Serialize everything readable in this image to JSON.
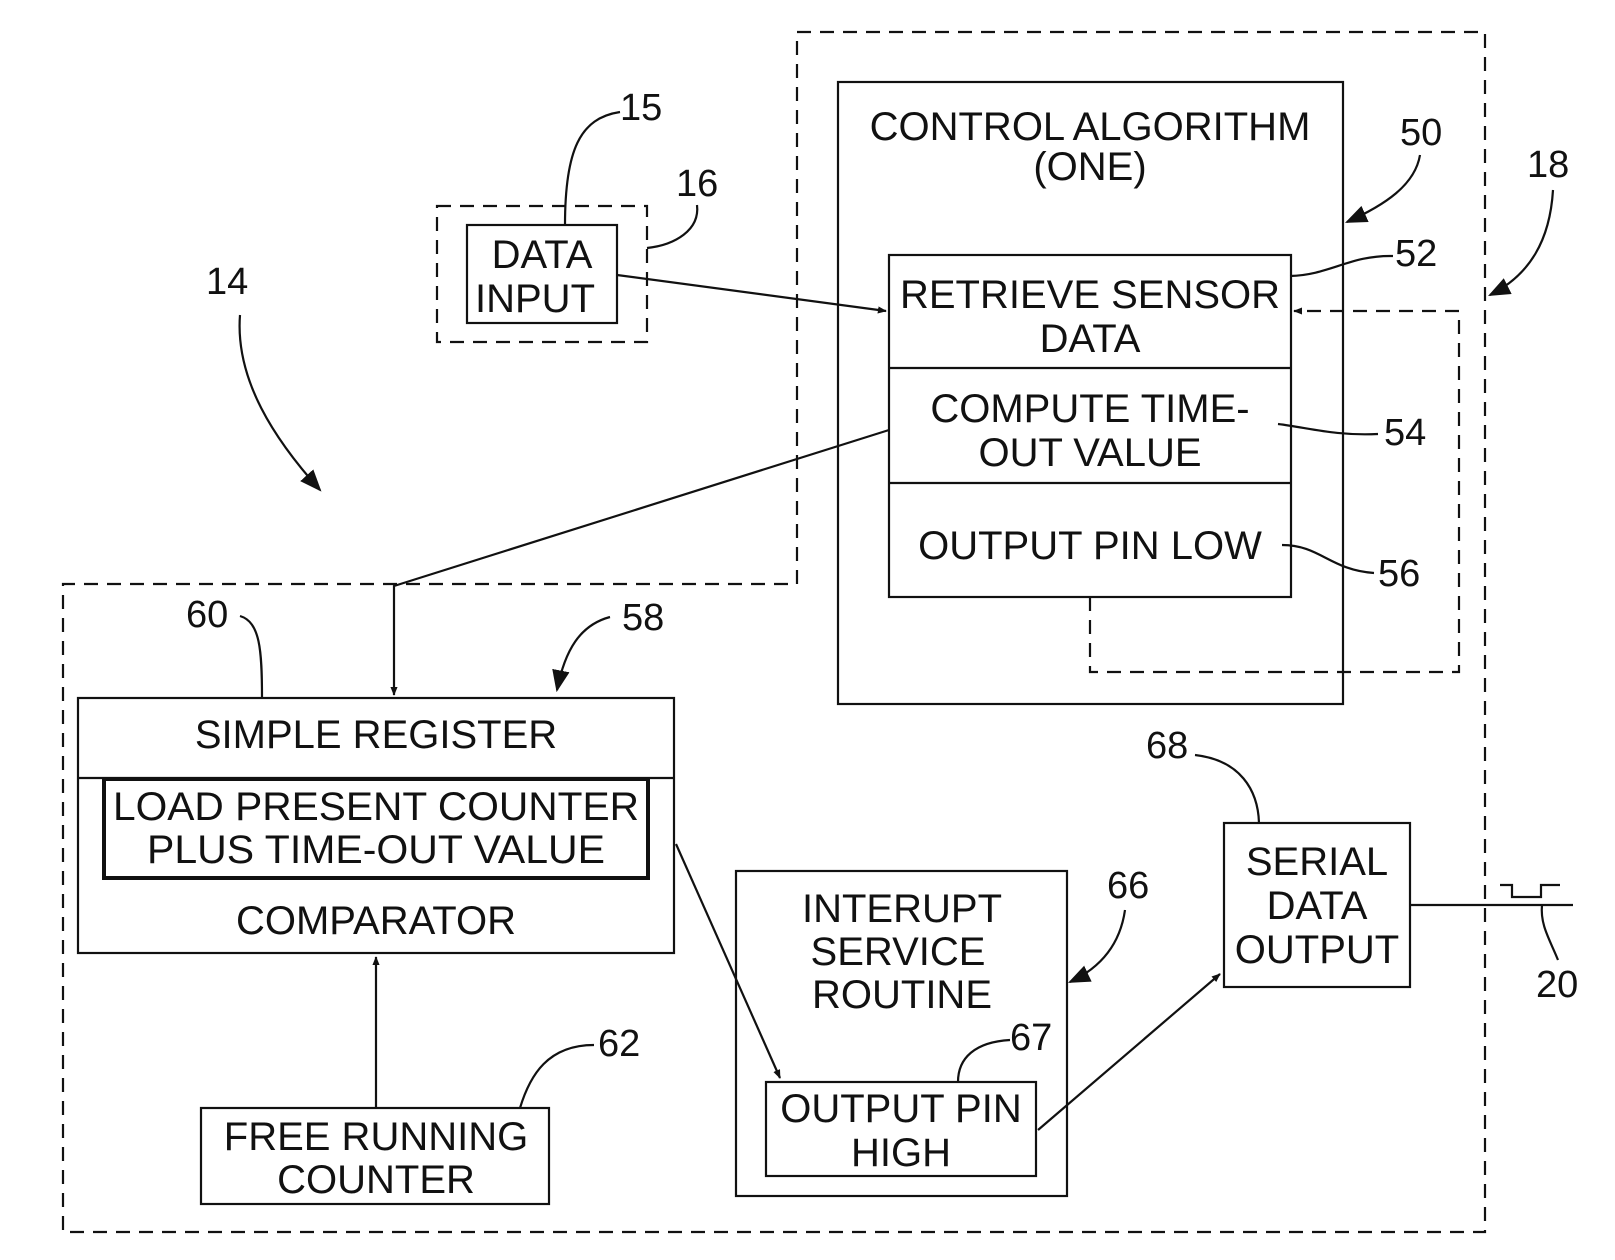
{
  "control_algorithm": {
    "title_line1": "CONTROL ALGORITHM",
    "title_line2": "(ONE)",
    "step_retrieve_line1": "RETRIEVE SENSOR",
    "step_retrieve_line2": "DATA",
    "step_compute_line1": "COMPUTE TIME-",
    "step_compute_line2": "OUT VALUE",
    "step_output_low": "OUTPUT PIN LOW"
  },
  "data_input": {
    "line1": "DATA",
    "line2": "INPUT"
  },
  "simple_register": {
    "title": "SIMPLE REGISTER",
    "load_line1": "LOAD PRESENT COUNTER",
    "load_line2": "PLUS TIME-OUT VALUE",
    "comparator": "COMPARATOR"
  },
  "free_running_counter": {
    "line1": "FREE RUNNING",
    "line2": "COUNTER"
  },
  "interrupt_service_routine": {
    "line1": "INTERUPT",
    "line2": "SERVICE",
    "line3": "ROUTINE",
    "output_high_line1": "OUTPUT PIN",
    "output_high_line2": "HIGH"
  },
  "serial_data_output": {
    "line1": "SERIAL",
    "line2": "DATA",
    "line3": "OUTPUT"
  },
  "reference_numerals": {
    "r14": "14",
    "r15": "15",
    "r16": "16",
    "r18": "18",
    "r20": "20",
    "r50": "50",
    "r52": "52",
    "r54": "54",
    "r56": "56",
    "r58": "58",
    "r60": "60",
    "r62": "62",
    "r66": "66",
    "r67": "67",
    "r68": "68"
  }
}
